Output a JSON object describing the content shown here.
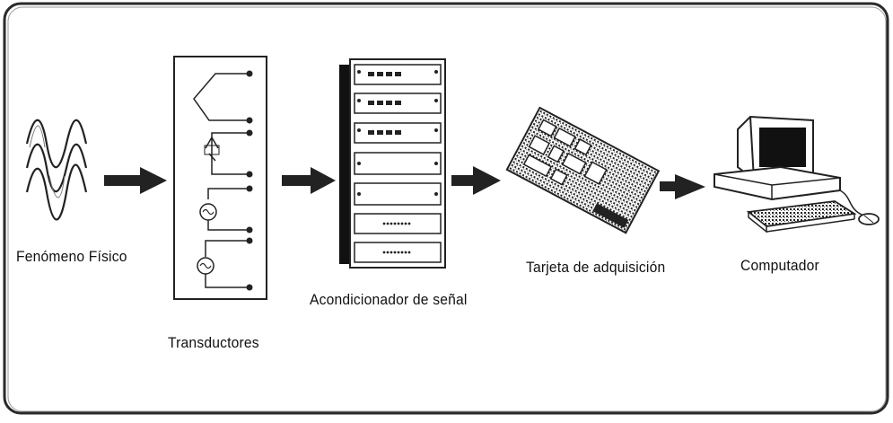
{
  "stages": [
    {
      "label": "Fenómeno   Físico"
    },
    {
      "label": "Transductores"
    },
    {
      "label": "Acondicionador   de señal"
    },
    {
      "label": "Tarjeta   de adquisición"
    },
    {
      "label": "Computador"
    }
  ],
  "colors": {
    "ink": "#111111",
    "frame": "#333333",
    "background": "#ffffff"
  },
  "icons": [
    "wave-icon",
    "transducer-icon",
    "rack-icon",
    "daq-card-icon",
    "computer-icon",
    "arrow-icon"
  ]
}
